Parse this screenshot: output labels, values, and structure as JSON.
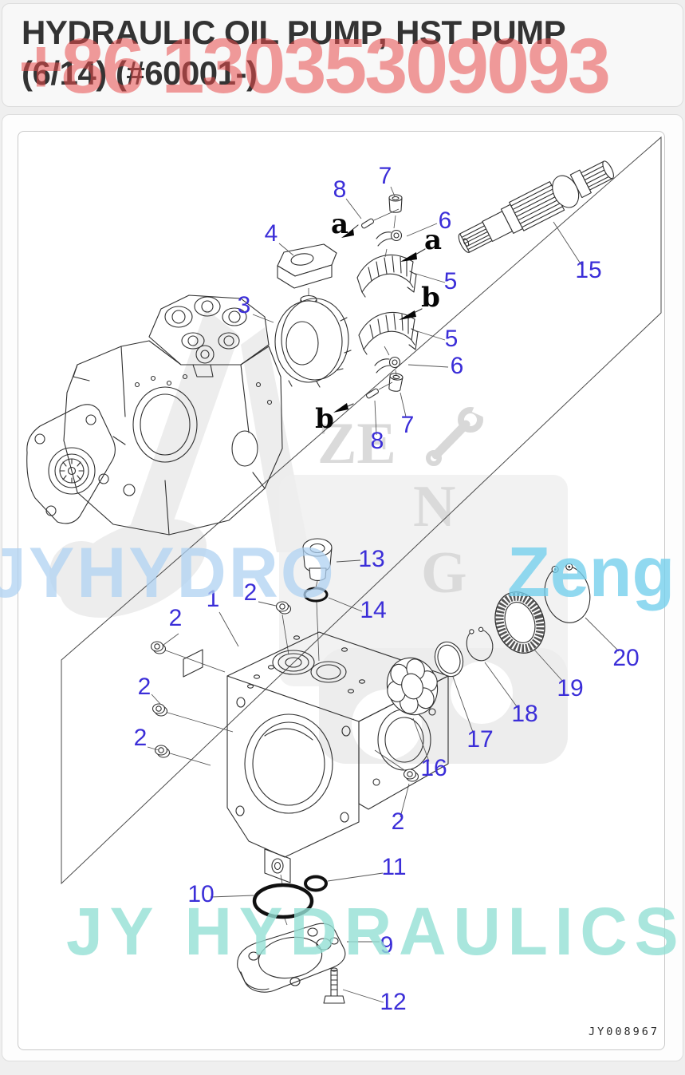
{
  "header": {
    "title_line1": "HYDRAULIC OIL PUMP, HST PUMP",
    "title_line2": "(6/14) (#60001-)",
    "watermark_phone": "+86 13035309093"
  },
  "watermarks": {
    "mid_left": "JYHYDRO",
    "mid_right": "Zeng",
    "bottom": "JY HYDRAULICS",
    "gray_ze": "ZE",
    "gray_n": "N",
    "gray_g": "G",
    "wrench_icon": "wrench-icon"
  },
  "diagram": {
    "code": "JY008967",
    "labels": {
      "p1": "1",
      "p2": "2",
      "p3": "3",
      "p4": "4",
      "p5": "5",
      "p6": "6",
      "p7": "7",
      "p8": "8",
      "p9": "9",
      "p10": "10",
      "p11": "11",
      "p12": "12",
      "p13": "13",
      "p14": "14",
      "p15": "15",
      "p16": "16",
      "p17": "17",
      "p18": "18",
      "p19": "19",
      "p20": "20",
      "a": "a",
      "b": "b"
    }
  },
  "theme": {
    "label_blue": "#3b2ed8",
    "phone_red": "rgba(231,74,74,0.55)",
    "wm_cyan": "rgba(148,224,213,0.8)",
    "wm_cyan2": "rgba(118,208,236,0.8)",
    "wm_lightblue": "rgba(175,210,242,0.75)"
  }
}
